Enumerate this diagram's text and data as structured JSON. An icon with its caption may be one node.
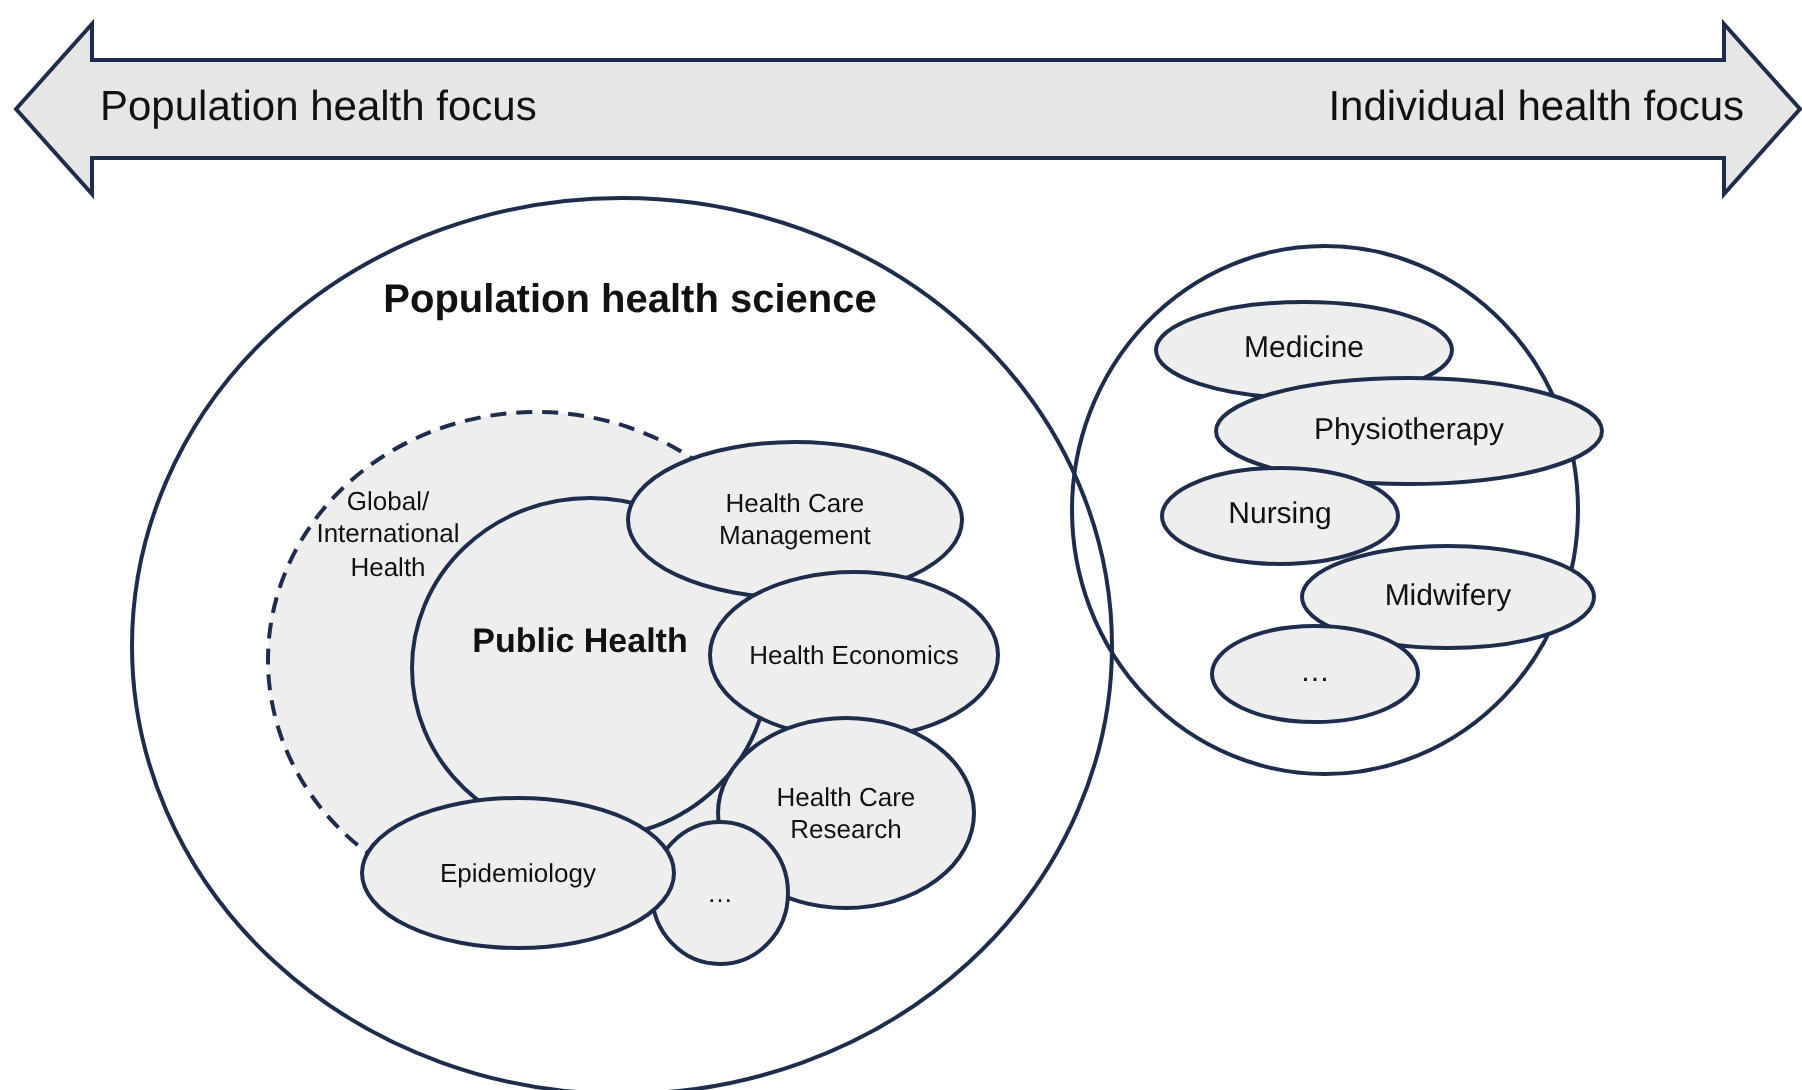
{
  "diagram": {
    "nodes": [
      {
        "text": [
          "Population health focus",
          "Individual health focus"
        ]
      },
      {
        "text": [
          "Population health science"
        ]
      },
      {
        "text": [
          "Global/ International Health"
        ],
        "in": 1
      },
      {
        "text": [
          "Public Health"
        ],
        "in": 2
      },
      {
        "text": [
          "Health Care Management"
        ],
        "in": 1
      },
      {
        "text": [
          "Health Economics"
        ],
        "in": 1
      },
      {
        "text": [
          "Health Care Research"
        ],
        "in": 1
      },
      {
        "text": [
          "Epidemiology"
        ],
        "in": 1
      },
      {
        "text": [
          "…"
        ],
        "in": 1
      },
      {
        "text": [],
        "shape": "circle"
      },
      {
        "text": [
          "Medicine"
        ],
        "in": 9
      },
      {
        "text": [
          "Physiotherapy"
        ],
        "in": 9
      },
      {
        "text": [
          "Nursing"
        ],
        "in": 9
      },
      {
        "text": [
          "Midwifery"
        ],
        "in": 9
      },
      {
        "text": [
          "…"
        ],
        "in": 9
      }
    ]
  }
}
